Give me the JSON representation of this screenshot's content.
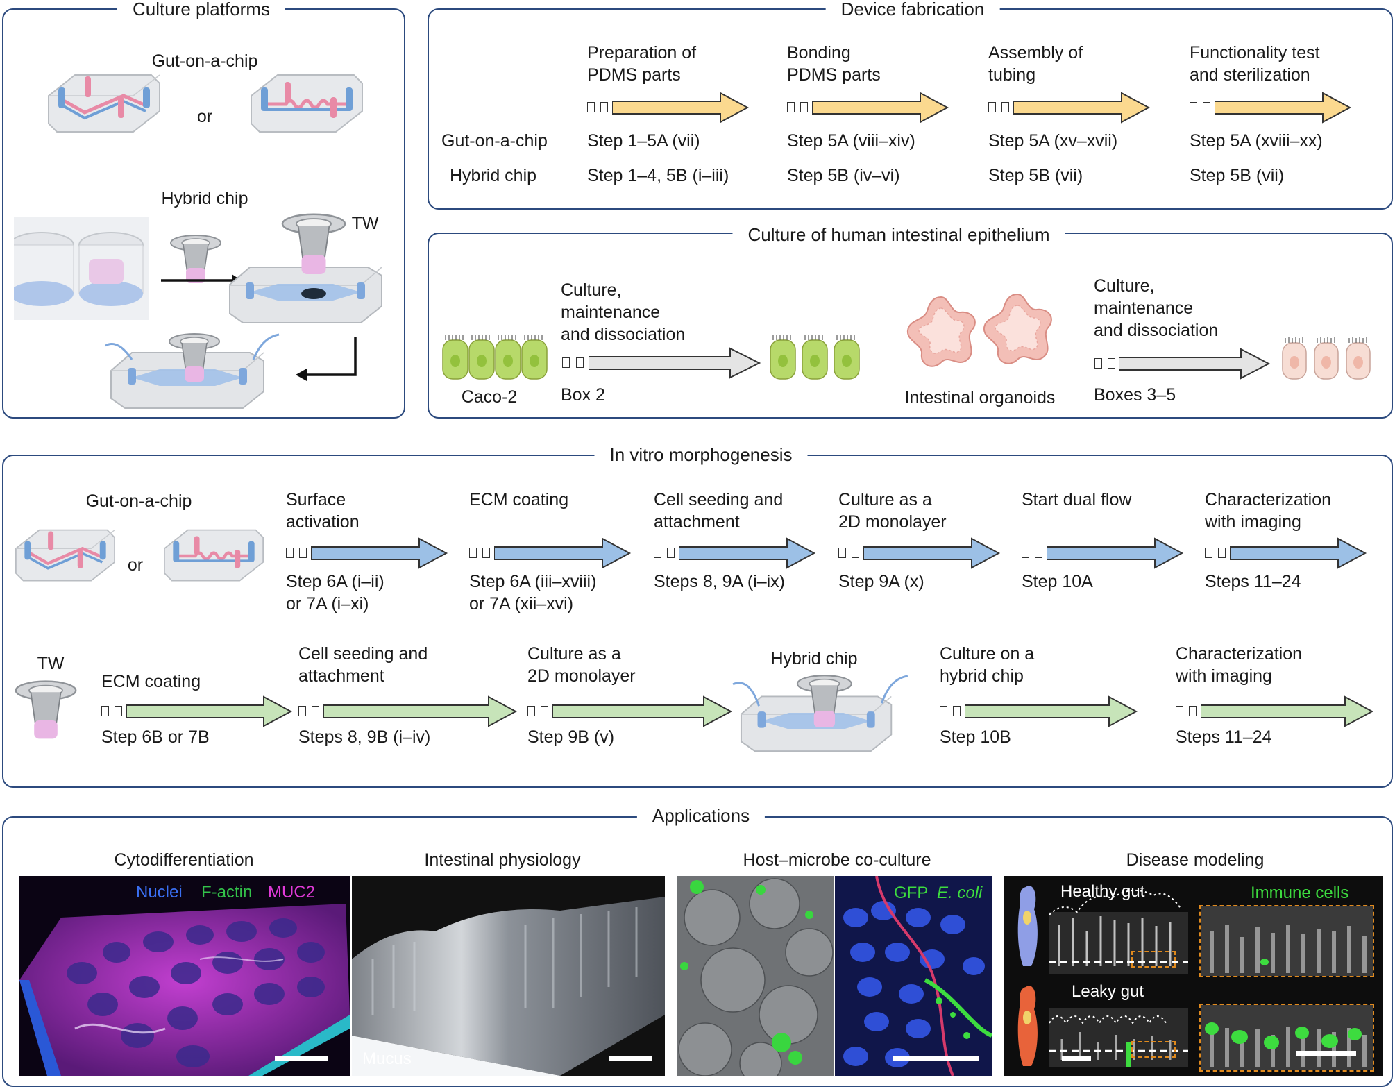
{
  "colors": {
    "border": "#2c4a7e",
    "fabrication_arrow": "#fbd98f",
    "culture_arrow": "#e4e4e4",
    "morphogenesis_arrow": "#9cc0e6",
    "tw_arrow": "#c7e4b9",
    "caco2_cell": "#b7d96a",
    "organoid_cell": "#f4c9be",
    "highlight": "#e08a1e"
  },
  "culture_platforms": {
    "title": "Culture platforms",
    "gut_chip": "Gut-on-a-chip",
    "or": "or",
    "hybrid_chip": "Hybrid chip",
    "tw": "TW"
  },
  "device_fabrication": {
    "title": "Device fabrication",
    "row_labels": [
      "Gut-on-a-chip",
      "Hybrid chip"
    ],
    "steps": [
      {
        "label": "Preparation of\nPDMS parts",
        "gut": "Step 1–5A (vii)",
        "hybrid": "Step 1–4, 5B (i–iii)"
      },
      {
        "label": "Bonding\nPDMS parts",
        "gut": "Step 5A (viii–xiv)",
        "hybrid": "Step 5B (iv–vi)"
      },
      {
        "label": "Assembly of\ntubing",
        "gut": "Step 5A (xv–xvii)",
        "hybrid": "Step 5B (vii)"
      },
      {
        "label": "Functionality test\nand sterilization",
        "gut": "Step 5A (xviii–xx)",
        "hybrid": "Step 5B (vii)"
      }
    ]
  },
  "culture_epithelium": {
    "title": "Culture of human intestinal epithelium",
    "caco2": "Caco-2",
    "step_label_1": "Culture,\nmaintenance\nand dissociation",
    "box_1": "Box 2",
    "organoids": "Intestinal organoids",
    "step_label_2": "Culture,\nmaintenance\nand dissociation",
    "box_2": "Boxes 3–5"
  },
  "morphogenesis": {
    "title": "In vitro morphogenesis",
    "gut_chip": "Gut-on-a-chip",
    "or": "or",
    "tw": "TW",
    "hybrid_chip": "Hybrid chip",
    "row_a": [
      {
        "label": "Surface\nactivation",
        "step": "Step 6A (i–ii)\nor 7A (i–xi)"
      },
      {
        "label": "ECM coating",
        "step": "Step 6A (iii–xviii)\nor 7A (xii–xvi)"
      },
      {
        "label": "Cell seeding and\nattachment",
        "step": "Steps 8, 9A (i–ix)"
      },
      {
        "label": "Culture as a\n2D monolayer",
        "step": "Step 9A (x)"
      },
      {
        "label": "Start dual flow",
        "step": "Step 10A"
      },
      {
        "label": "Characterization\nwith imaging",
        "step": "Steps 11–24"
      }
    ],
    "row_b": [
      {
        "label": "ECM coating",
        "step": "Step 6B or 7B"
      },
      {
        "label": "Cell seeding and\nattachment",
        "step": "Steps 8, 9B (i–iv)"
      },
      {
        "label": "Culture as a\n2D monolayer",
        "step": "Step 9B (v)"
      },
      {
        "label": "Culture on a\nhybrid chip",
        "step": "Step 10B"
      },
      {
        "label": "Characterization\nwith imaging",
        "step": "Steps 11–24"
      }
    ]
  },
  "applications": {
    "title": "Applications",
    "panels": [
      {
        "title": "Cytodifferentiation"
      },
      {
        "title": "Intestinal physiology",
        "label": "Mucus"
      },
      {
        "title": "Host–microbe co-culture",
        "label_gfp": "GFP",
        "label_ecoli": "E. coli"
      },
      {
        "title": "Disease modeling",
        "healthy": "Healthy gut",
        "leaky": "Leaky gut",
        "immune": "Immune cells"
      }
    ],
    "stain_labels": [
      "Nuclei",
      "F-actin",
      "MUC2"
    ]
  }
}
